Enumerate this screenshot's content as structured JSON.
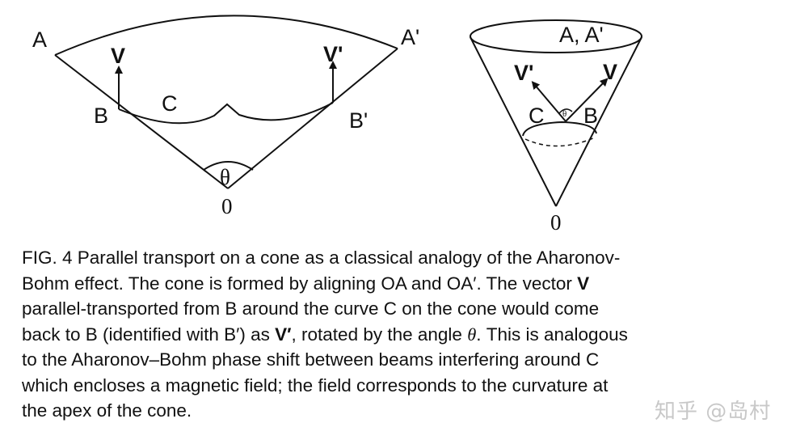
{
  "left_diagram": {
    "label_A": "A",
    "label_A_prime": "A'",
    "label_V": "V",
    "label_V_prime": "V'",
    "label_B": "B",
    "label_B_prime": "B'",
    "label_C": "C",
    "label_theta": "θ",
    "label_O": "0"
  },
  "right_diagram": {
    "label_AA": "A, A'",
    "label_V_prime": "V'",
    "label_V": "V",
    "label_C": "C",
    "label_B": "B",
    "label_theta_small": "θ",
    "label_O": "0"
  },
  "caption": {
    "l1": "FIG. 4 Parallel transport on a cone as a classical analogy of the Aharonov-",
    "l2a": "Bohm effect. The cone is formed by aligning OA and OA′. The vector ",
    "l2b": "V",
    "l3": "parallel-transported from B around the curve C on the cone would come",
    "l4a": "back to B (identified with B′) as ",
    "l4b": "V′",
    "l4c": ", rotated by the angle ",
    "l4d": "θ",
    "l4e": ". This is analogous",
    "l5": "to the Aharonov–Bohm phase shift between beams interfering around C",
    "l6": "which encloses a magnetic field; the field corresponds to the curvature at",
    "l7": "the apex of the cone."
  },
  "watermark": "知乎 @岛村"
}
